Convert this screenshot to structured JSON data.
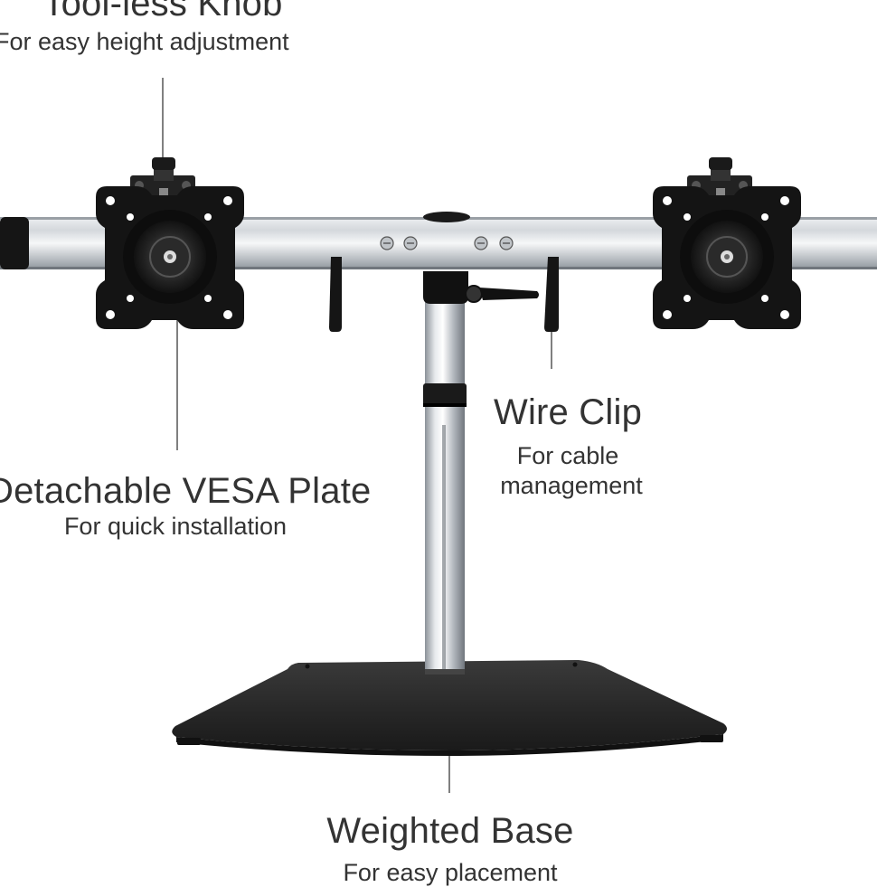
{
  "callouts": {
    "knob": {
      "title": "Tool-less Knob",
      "subtitle": "For easy height adjustment"
    },
    "vesa": {
      "title": "Detachable VESA Plate",
      "subtitle": "For quick installation"
    },
    "wire_clip": {
      "title": "Wire Clip",
      "subtitle_line1": "For cable",
      "subtitle_line2": "management"
    },
    "base": {
      "title": "Weighted Base",
      "subtitle": "For easy placement"
    }
  },
  "colors": {
    "text": "#333333",
    "plate": "#1a1a1a",
    "bar_silver": "#c9cdd1",
    "base": "#2b2b2b",
    "leader_line": "#555555"
  }
}
